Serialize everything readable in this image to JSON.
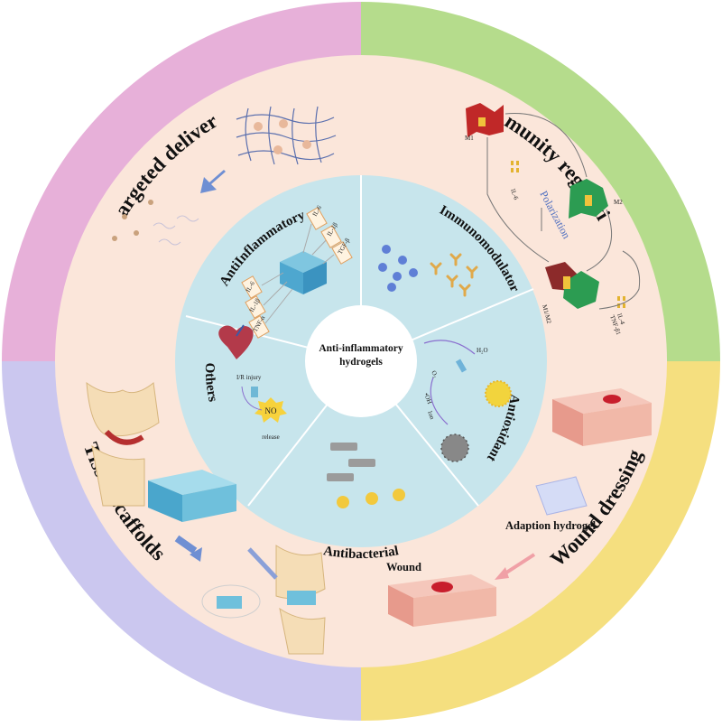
{
  "colors": {
    "targeted_delivery": "#e7b0d9",
    "immunity_regulation": "#b5dc8c",
    "wound_dressing": "#f5df7f",
    "tissue_scaffolds": "#cbc7ef",
    "middle_ring": "#fbe6da",
    "inner_ring": "#c7e5ec",
    "center": "#ffffff"
  },
  "center": {
    "line1": "Anti-inflammatory",
    "line2": "hydrogels"
  },
  "outer_sections": {
    "targeted_delivery": "Targeted delivery",
    "immunity_regulation": "Immunity regulation",
    "wound_dressing": "Wound dressing",
    "tissue_scaffolds": "Tissue scaffolds"
  },
  "inner_sections": {
    "anti_inflammatory": "AntiInflammatory",
    "immunomodulator": "Immunomodulator",
    "antioxidant": "Antioxidant",
    "antibacterial": "Antibacterial",
    "others": "Others"
  },
  "immunity": {
    "m1": "M1",
    "m2": "M2",
    "m1m2": "M1/M2",
    "il6": "IL-6",
    "polarization": "Polarization",
    "il4": "IL-4",
    "tnf": "TNF-β1"
  },
  "cytokines": {
    "il6_top": "IL-6",
    "il1b_top": "IL-1β",
    "tgfb": "TGF-β",
    "il6_left": "IL-6",
    "il1b_left": "IL-1β",
    "tnfa": "TNF-α"
  },
  "antioxidant": {
    "h2o": "H₂O",
    "o2": "O₂",
    "oh": "•OH",
    "ion": "Ion"
  },
  "others": {
    "ir_injury": "I/R injury",
    "no": "NO",
    "release": "release"
  },
  "wound": {
    "adaption_hydrogel": "Adaption hydrogel",
    "wound_label": "Wound"
  }
}
